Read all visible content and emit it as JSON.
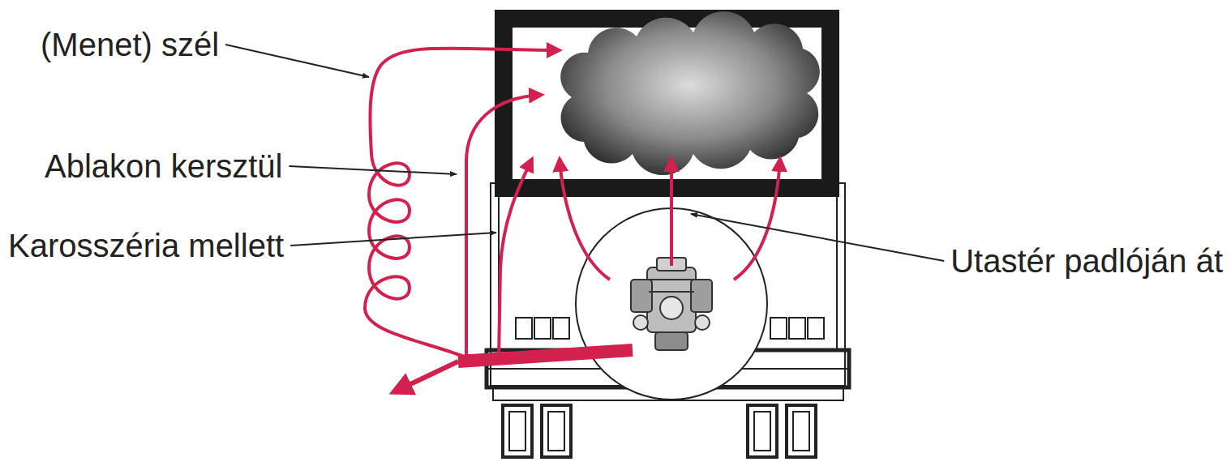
{
  "diagram": {
    "labels": [
      "(Menet) szél",
      "Ablakon kersztül",
      "Karosszéria mellett",
      "Utastér padlóján át"
    ]
  }
}
